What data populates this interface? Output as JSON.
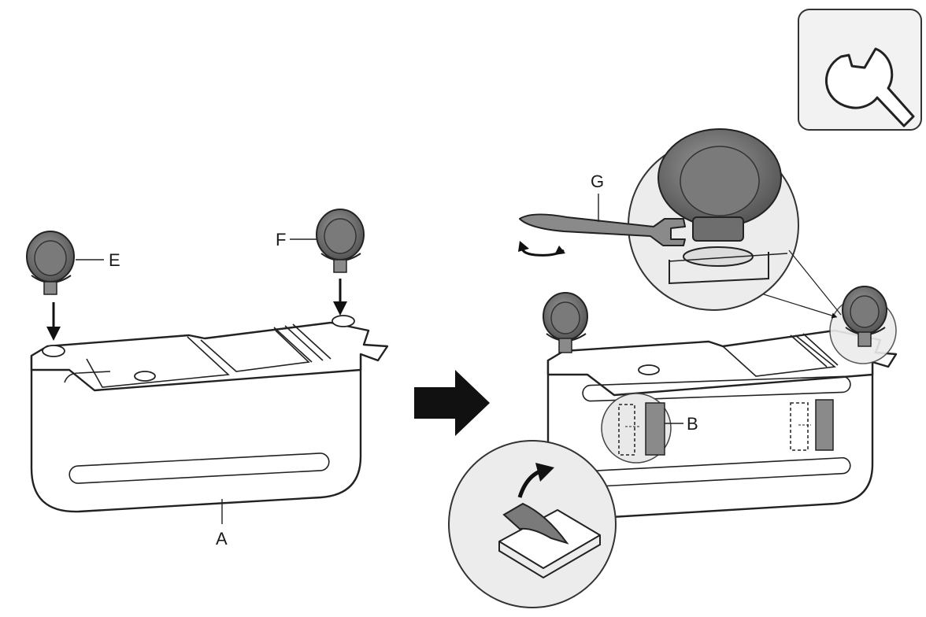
{
  "labels": {
    "a": "A",
    "b": "B",
    "e": "E",
    "f": "F",
    "g": "G"
  },
  "icons": {
    "tool": "wrench-icon",
    "step": "arrow-right-icon",
    "rotate": "rotate-icon",
    "peel": "peel-icon"
  },
  "colors": {
    "line": "#222222",
    "fill_gray": "#8a8a8a",
    "dark_gray": "#5a5a5a",
    "badge_bg": "#f2f2f2",
    "zoom_bg": "#ececec",
    "arrow": "#111111"
  }
}
